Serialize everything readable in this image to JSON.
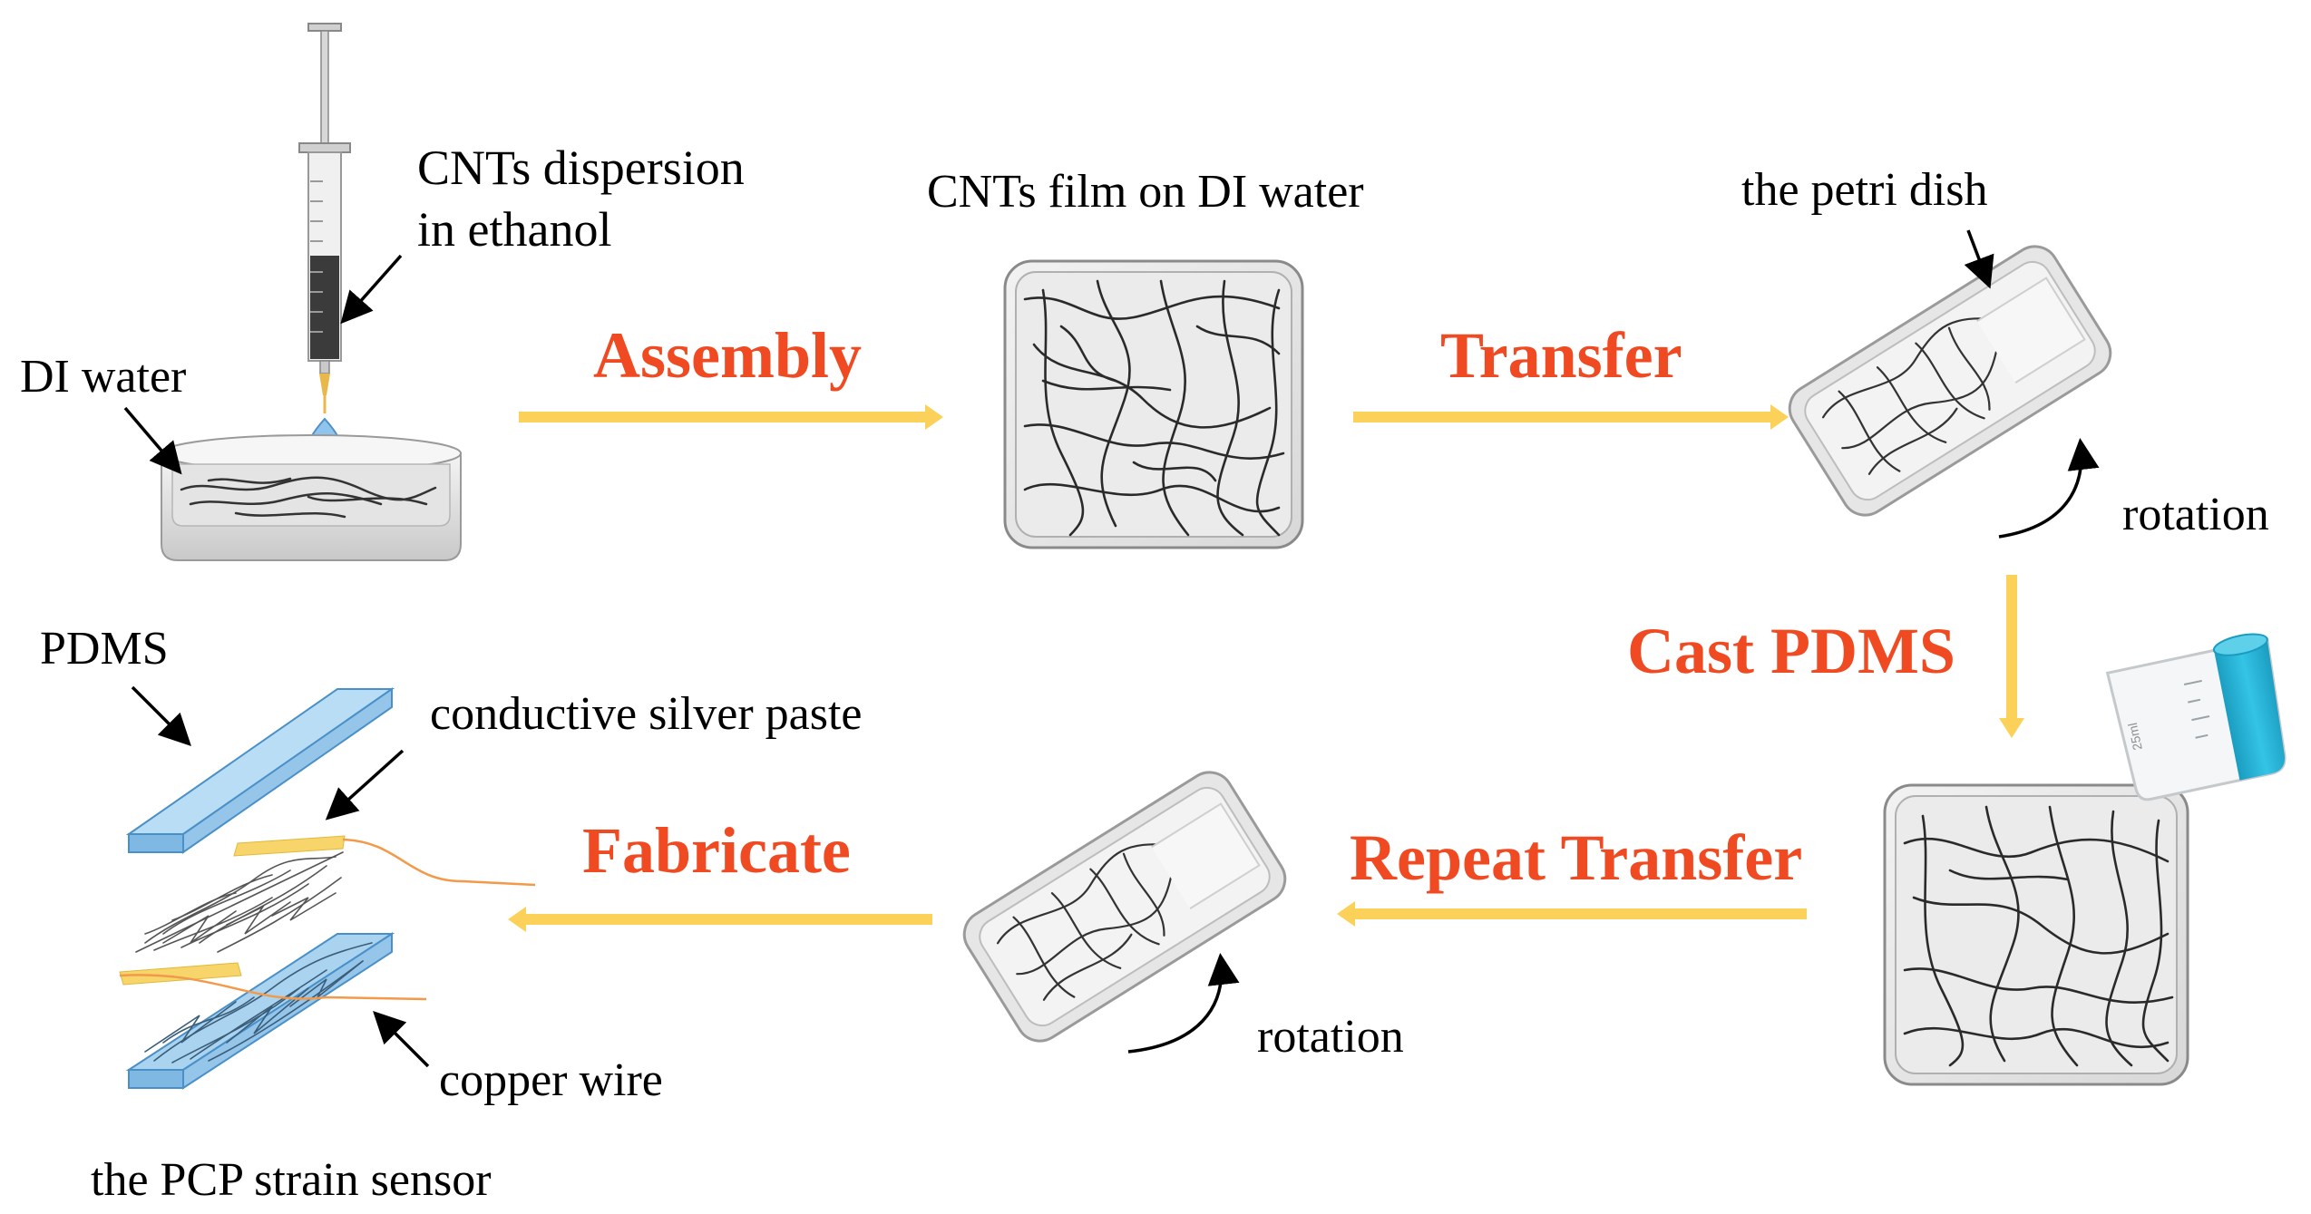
{
  "labels": {
    "cnts_dispersion_1": "CNTs dispersion",
    "cnts_dispersion_2": "in ethanol",
    "di_water": "DI water",
    "cnts_film": "CNTs film on DI water",
    "petri_dish": "the petri dish",
    "rotation_top": "rotation",
    "rotation_bottom": "rotation",
    "pdms": "PDMS",
    "silver_paste": "conductive  silver  paste",
    "copper_wire": "copper  wire",
    "sensor": "the PCP strain sensor",
    "beaker_scale": "25ml"
  },
  "steps": {
    "assembly": "Assembly",
    "transfer": "Transfer",
    "cast_pdms": "Cast PDMS",
    "repeat_transfer": "Repeat Transfer",
    "fabricate": "Fabricate"
  },
  "colors": {
    "step_text": "#f04a22",
    "arrow": "#fcd15a",
    "pdms_layer": "#a9d3ef",
    "pdms_edge": "#4a90c8",
    "wire": "#f29a4a",
    "paste": "#f7d56a",
    "beaker_liquid": "#29b6d8",
    "cnt_line": "#2a2a2a"
  }
}
